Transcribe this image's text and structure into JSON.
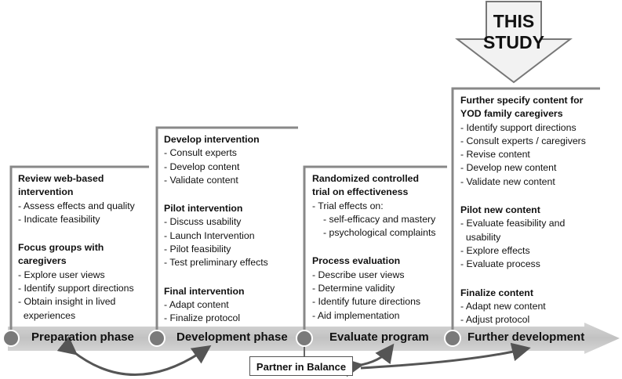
{
  "this_study": [
    "THIS",
    "STUDY"
  ],
  "columns": [
    {
      "sections": [
        {
          "heading": [
            "Review web-based",
            "intervention"
          ],
          "items": [
            "- Assess effects and quality",
            "- Indicate feasibility"
          ]
        },
        {
          "heading": [
            "Focus groups with",
            "caregivers"
          ],
          "items": [
            "- Explore user views",
            "- Identify support directions",
            "- Obtain insight in lived",
            "  experiences"
          ]
        }
      ]
    },
    {
      "sections": [
        {
          "heading": [
            "Develop intervention"
          ],
          "items": [
            "- Consult experts",
            "- Develop content",
            "- Validate content"
          ]
        },
        {
          "heading": [
            "Pilot intervention"
          ],
          "items": [
            "- Discuss usability",
            "- Launch Intervention",
            "- Pilot feasibility",
            "- Test preliminary effects"
          ]
        },
        {
          "heading": [
            "Final intervention"
          ],
          "items": [
            "- Adapt content",
            "- Finalize protocol"
          ]
        }
      ]
    },
    {
      "sections": [
        {
          "heading": [
            "Randomized controlled",
            "trial on effectiveness"
          ],
          "items": [
            "- Trial effects on:",
            "    - self-efficacy and mastery",
            "    - psychological complaints"
          ]
        },
        {
          "heading": [
            "Process evaluation"
          ],
          "items": [
            "- Describe user views",
            "- Determine validity",
            "- Identify future directions",
            "- Aid implementation"
          ]
        }
      ]
    },
    {
      "sections": [
        {
          "heading": [
            "Further specify content for",
            "YOD family caregivers"
          ],
          "items": [
            "- Identify support directions",
            "- Consult experts / caregivers",
            "- Revise content",
            "- Develop new content",
            "- Validate new content"
          ]
        },
        {
          "heading": [
            "Pilot new content"
          ],
          "items": [
            "- Evaluate feasibility and",
            "  usability",
            "- Explore effects",
            "- Evaluate process"
          ]
        },
        {
          "heading": [
            "Finalize content"
          ],
          "items": [
            "- Adapt new content",
            "- Adjust protocol"
          ]
        }
      ]
    }
  ],
  "phases": [
    "Preparation phase",
    "Development phase",
    "Evaluate program",
    "Further development"
  ],
  "partner": "Partner in Balance"
}
